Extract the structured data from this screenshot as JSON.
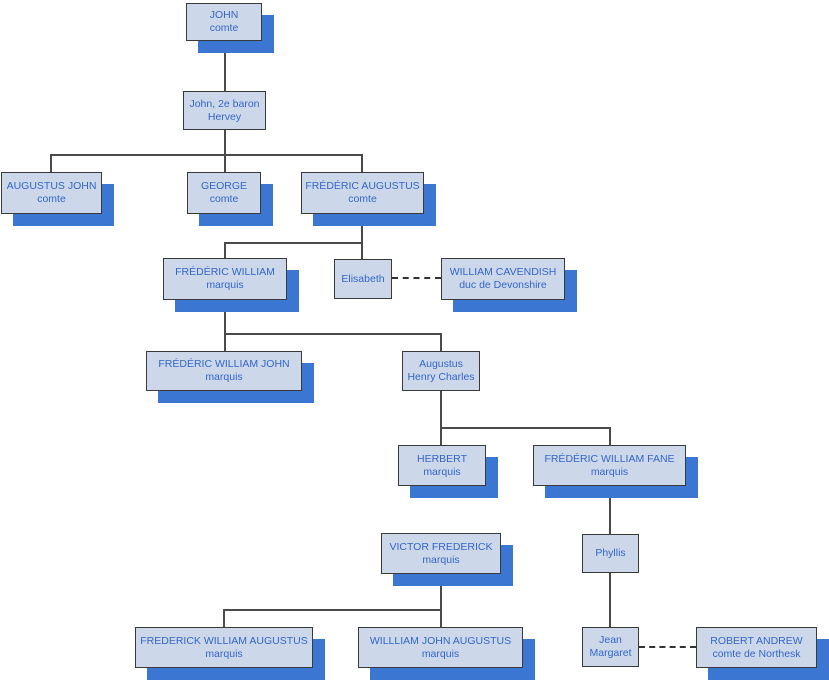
{
  "diagram_type": "family-tree",
  "colors": {
    "background": "#ffffff",
    "box_fill": "#ccd8e9",
    "box_border": "#3a3a3a",
    "box_text": "#3366c8",
    "shadow": "#3a76d2",
    "connector": "#4a4a4a",
    "dash": "#333333"
  },
  "nodes": {
    "john": {
      "line1": "JOHN",
      "line2": "comte"
    },
    "john_2e_baron_hervey": {
      "line1": "John, 2e baron",
      "line2": "Hervey"
    },
    "augustus_john": {
      "line1": "AUGUSTUS JOHN",
      "line2": "comte"
    },
    "george": {
      "line1": "GEORGE",
      "line2": "comte"
    },
    "frederic_augustus": {
      "line1": "FRÉDÉRIC AUGUSTUS",
      "line2": "comte"
    },
    "frederic_william": {
      "line1": "FRÉDÉRIC WILLIAM",
      "line2": "marquis"
    },
    "elisabeth": {
      "line1": "Elisabeth",
      "line2": ""
    },
    "william_cavendish": {
      "line1": "WILLIAM CAVENDISH",
      "line2": "duc de Devonshire"
    },
    "frederic_william_john": {
      "line1": "FRÉDÉRIC WILLIAM JOHN",
      "line2": "marquis"
    },
    "augustus_henry_charles": {
      "line1": "Augustus",
      "line2": "Henry Charles"
    },
    "herbert": {
      "line1": "HERBERT",
      "line2": "marquis"
    },
    "frederic_william_fane": {
      "line1": "FRÉDÉRIC WILLIAM FANE",
      "line2": "marquis"
    },
    "victor_frederick": {
      "line1": "VICTOR FREDERICK",
      "line2": "marquis"
    },
    "phyllis": {
      "line1": "Phyllis",
      "line2": ""
    },
    "frederick_william_augustus": {
      "line1": "FREDERICK WILLIAM AUGUSTUS",
      "line2": "marquis"
    },
    "willliam_john_augustus": {
      "line1": "WILLLIAM JOHN AUGUSTUS",
      "line2": "marquis"
    },
    "jean_margaret": {
      "line1": "Jean",
      "line2": "Margaret"
    },
    "robert_andrew": {
      "line1": "ROBERT ANDREW",
      "line2": "comte de Northesk"
    }
  },
  "relationships": {
    "parent_child": [
      {
        "parent": "john",
        "children": [
          "john_2e_baron_hervey"
        ]
      },
      {
        "parent": "john_2e_baron_hervey",
        "children": [
          "augustus_john",
          "george",
          "frederic_augustus"
        ]
      },
      {
        "parent": "frederic_augustus",
        "children": [
          "frederic_william",
          "elisabeth"
        ]
      },
      {
        "parent": "frederic_william",
        "children": [
          "frederic_william_john",
          "augustus_henry_charles"
        ]
      },
      {
        "parent": "augustus_henry_charles",
        "children": [
          "herbert",
          "frederic_william_fane"
        ]
      },
      {
        "parent": "frederic_william_fane",
        "children": [
          "phyllis"
        ]
      },
      {
        "parent": "phyllis",
        "children": [
          "jean_margaret"
        ]
      },
      {
        "parent": "victor_frederick",
        "children": [
          "frederick_william_augustus",
          "willliam_john_augustus"
        ]
      }
    ],
    "marriage_dashed": [
      {
        "a": "elisabeth",
        "b": "william_cavendish"
      },
      {
        "a": "jean_margaret",
        "b": "robert_andrew"
      }
    ]
  }
}
